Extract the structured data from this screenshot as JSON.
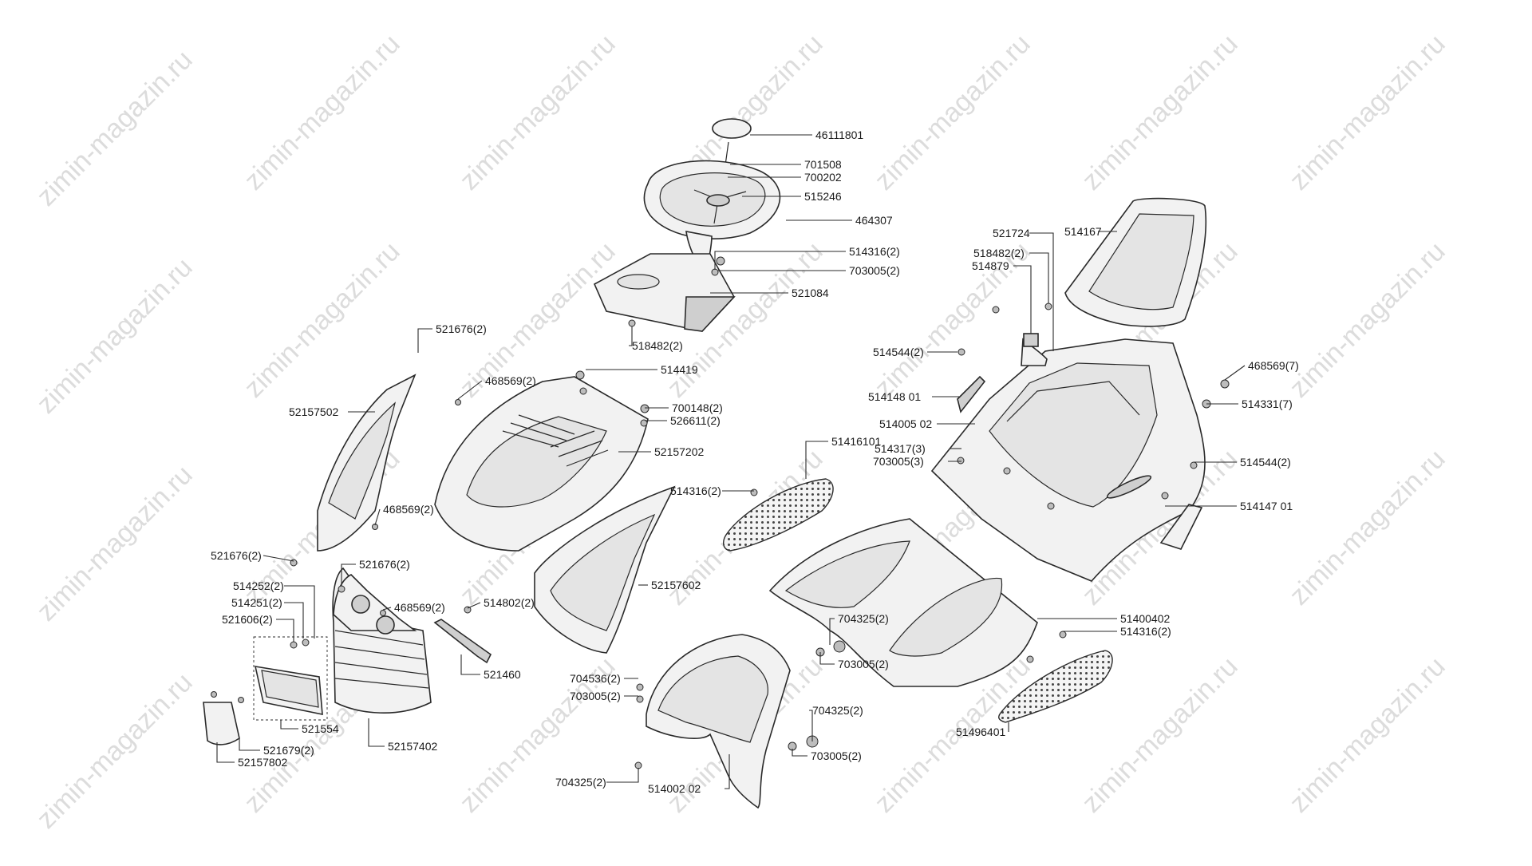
{
  "watermark_text": "zimin-magazin.ru",
  "labels": [
    "46111801",
    "701508",
    "700202",
    "515246",
    "464307",
    "514316(2)",
    "703005(2)",
    "521084",
    "518482(2)",
    "521724",
    "514167",
    "518482(2)",
    "514879",
    "514544(2)",
    "514148 01",
    "514005 02",
    "468569(7)",
    "514331(7)",
    "521676(2)",
    "468569(2)",
    "514419",
    "52157502",
    "700148(2)",
    "526611(2)",
    "52157202",
    "51416101",
    "514317(3)",
    "703005(3)",
    "514544(2)",
    "514147 01",
    "514316(2)",
    "468569(2)",
    "521676(2)",
    "521676(2)",
    "514252(2)",
    "514251(2)",
    "521606(2)",
    "468569(2)",
    "514802(2)",
    "52157602",
    "521460",
    "704325(2)",
    "51400402",
    "514316(2)",
    "703005(2)",
    "704536(2)",
    "703005(2)",
    "521554",
    "52157402",
    "521679(2)",
    "52157802",
    "704325(2)",
    "703005(2)",
    "704325(2)",
    "514002 02",
    "51496401"
  ]
}
